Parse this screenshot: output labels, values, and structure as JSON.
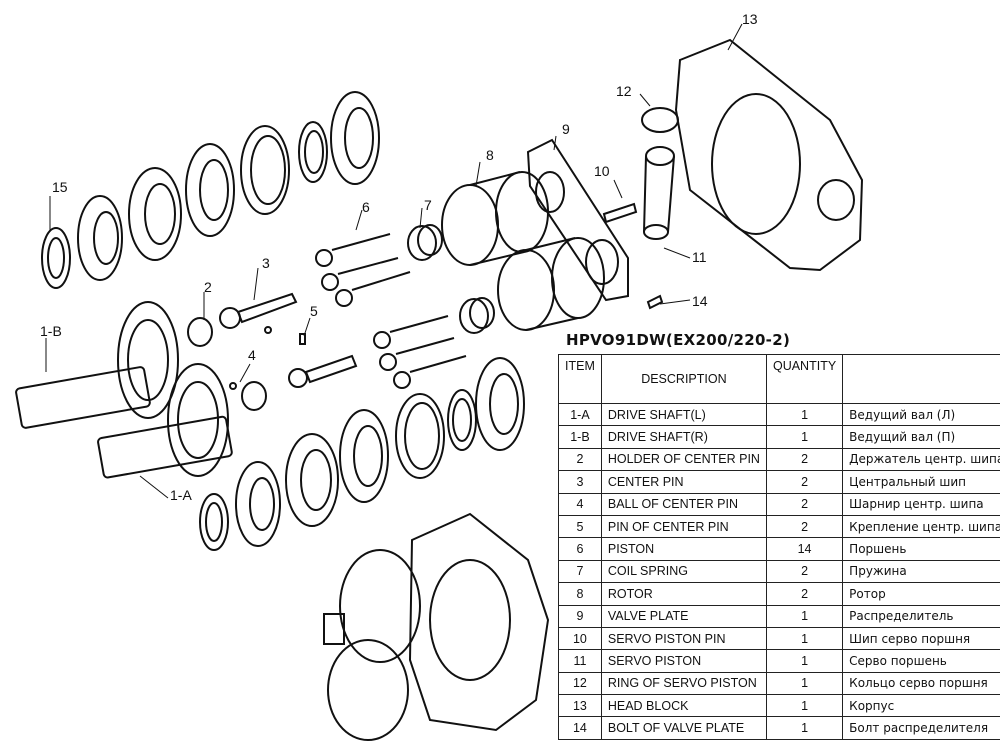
{
  "title": "HPVO91DW(EX200/220-2)",
  "headers": {
    "item": "ITEM",
    "description": "DESCRIPTION",
    "quantity": "QUANTITY",
    "russian": ""
  },
  "rows": [
    {
      "item": "1-A",
      "description": "DRIVE SHAFT(L)",
      "qty": "1",
      "ru": "Ведущий вал (Л)"
    },
    {
      "item": "1-B",
      "description": "DRIVE SHAFT(R)",
      "qty": "1",
      "ru": "Ведущий вал (П)"
    },
    {
      "item": "2",
      "description": "HOLDER OF CENTER PIN",
      "qty": "2",
      "ru": "Держатель центр. шипа"
    },
    {
      "item": "3",
      "description": "CENTER PIN",
      "qty": "2",
      "ru": "Центральный шип"
    },
    {
      "item": "4",
      "description": "BALL OF CENTER PIN",
      "qty": "2",
      "ru": "Шарнир центр. шипа"
    },
    {
      "item": "5",
      "description": "PIN OF CENTER PIN",
      "qty": "2",
      "ru": "Крепление центр. шипа"
    },
    {
      "item": "6",
      "description": "PISTON",
      "qty": "14",
      "ru": "Поршень"
    },
    {
      "item": "7",
      "description": "COIL SPRING",
      "qty": "2",
      "ru": "Пружина"
    },
    {
      "item": "8",
      "description": "ROTOR",
      "qty": "2",
      "ru": "Ротор"
    },
    {
      "item": "9",
      "description": "VALVE PLATE",
      "qty": "1",
      "ru": "Распределитель"
    },
    {
      "item": "10",
      "description": "SERVO PISTON PIN",
      "qty": "1",
      "ru": "Шип серво поршня"
    },
    {
      "item": "11",
      "description": "SERVO PISTON",
      "qty": "1",
      "ru": "Серво поршень"
    },
    {
      "item": "12",
      "description": "RING OF SERVO PISTON",
      "qty": "1",
      "ru": "Кольцо серво поршня"
    },
    {
      "item": "13",
      "description": "HEAD BLOCK",
      "qty": "1",
      "ru": "Корпус"
    },
    {
      "item": "14",
      "description": "BOLT OF VALVE PLATE",
      "qty": "1",
      "ru": "Болт распределителя"
    }
  ],
  "callouts": {
    "c1a": "1-A",
    "c1b": "1-B",
    "c2": "2",
    "c3": "3",
    "c4": "4",
    "c5": "5",
    "c6": "6",
    "c7": "7",
    "c8": "8",
    "c9": "9",
    "c10": "10",
    "c11": "11",
    "c12": "12",
    "c13": "13",
    "c14": "14",
    "c15": "15"
  }
}
